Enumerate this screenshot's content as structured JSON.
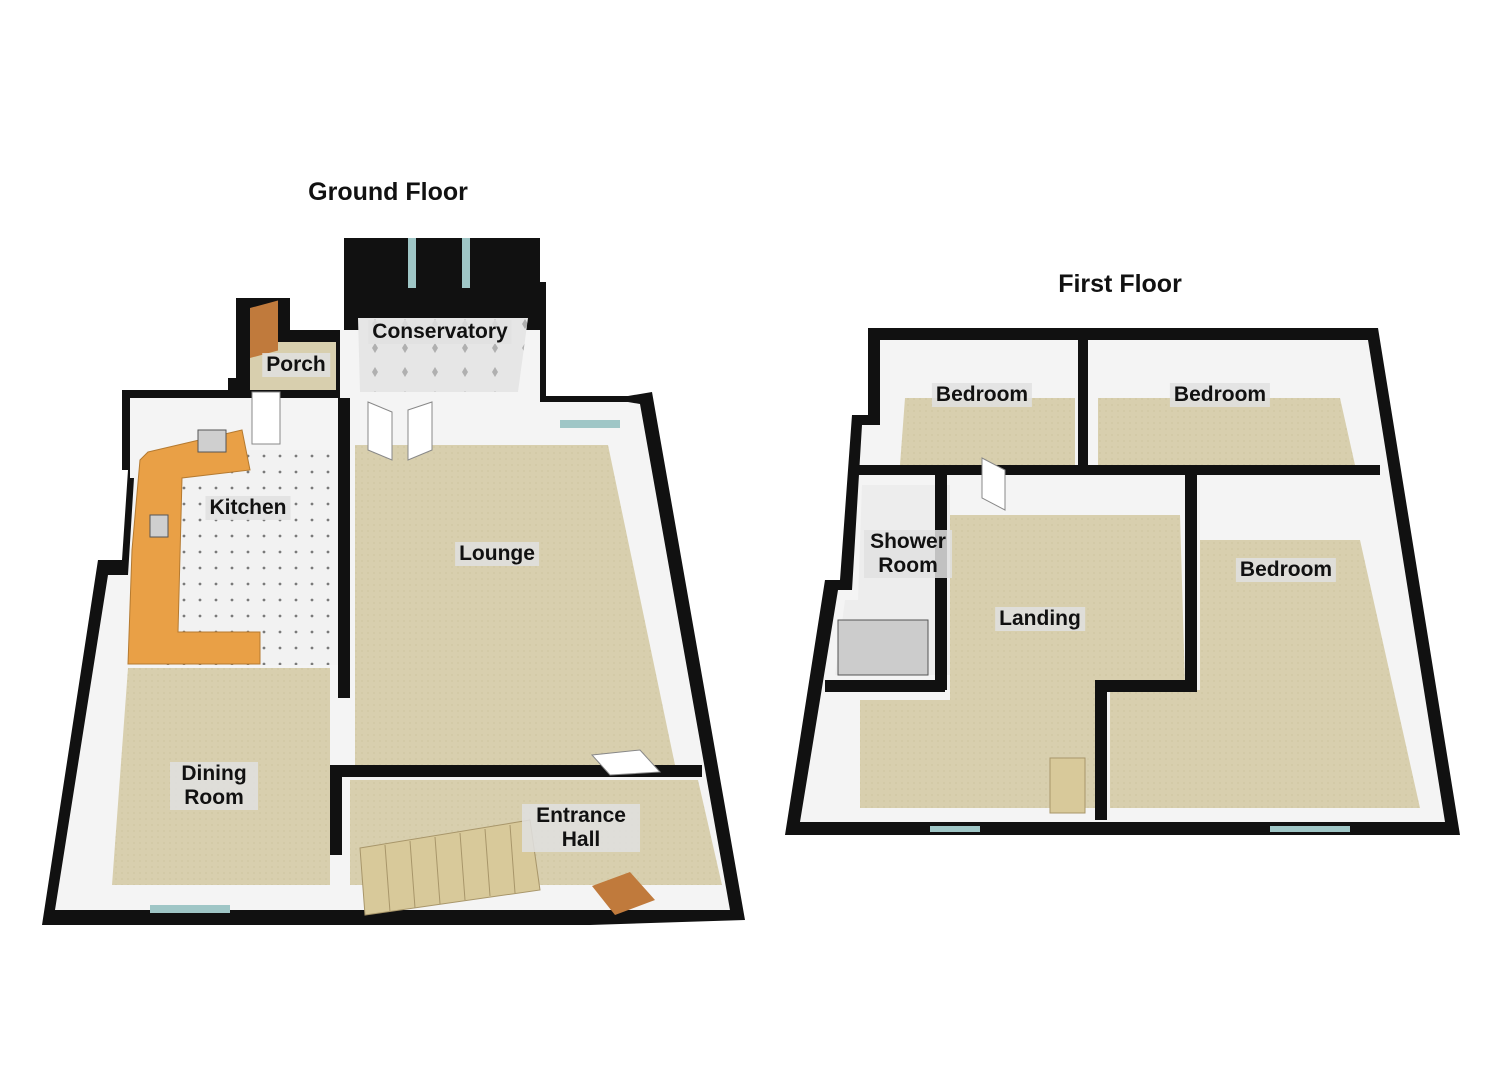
{
  "floors": [
    {
      "title": "Ground Floor",
      "rooms": [
        "Porch",
        "Conservatory",
        "Kitchen",
        "Lounge",
        "Dining Room",
        "Entrance Hall"
      ]
    },
    {
      "title": "First Floor",
      "rooms": [
        "Bedroom",
        "Bedroom",
        "Shower Room",
        "Landing",
        "Bedroom"
      ]
    }
  ],
  "colors": {
    "wall": "#111111",
    "wall_inner": "#f4f4f4",
    "carpet": "#d8cfae",
    "tile": "#ededed",
    "worktop": "#e9a046",
    "door": "#c07a3c",
    "stair": "#d8c99a",
    "window": "#9fc6c6"
  }
}
